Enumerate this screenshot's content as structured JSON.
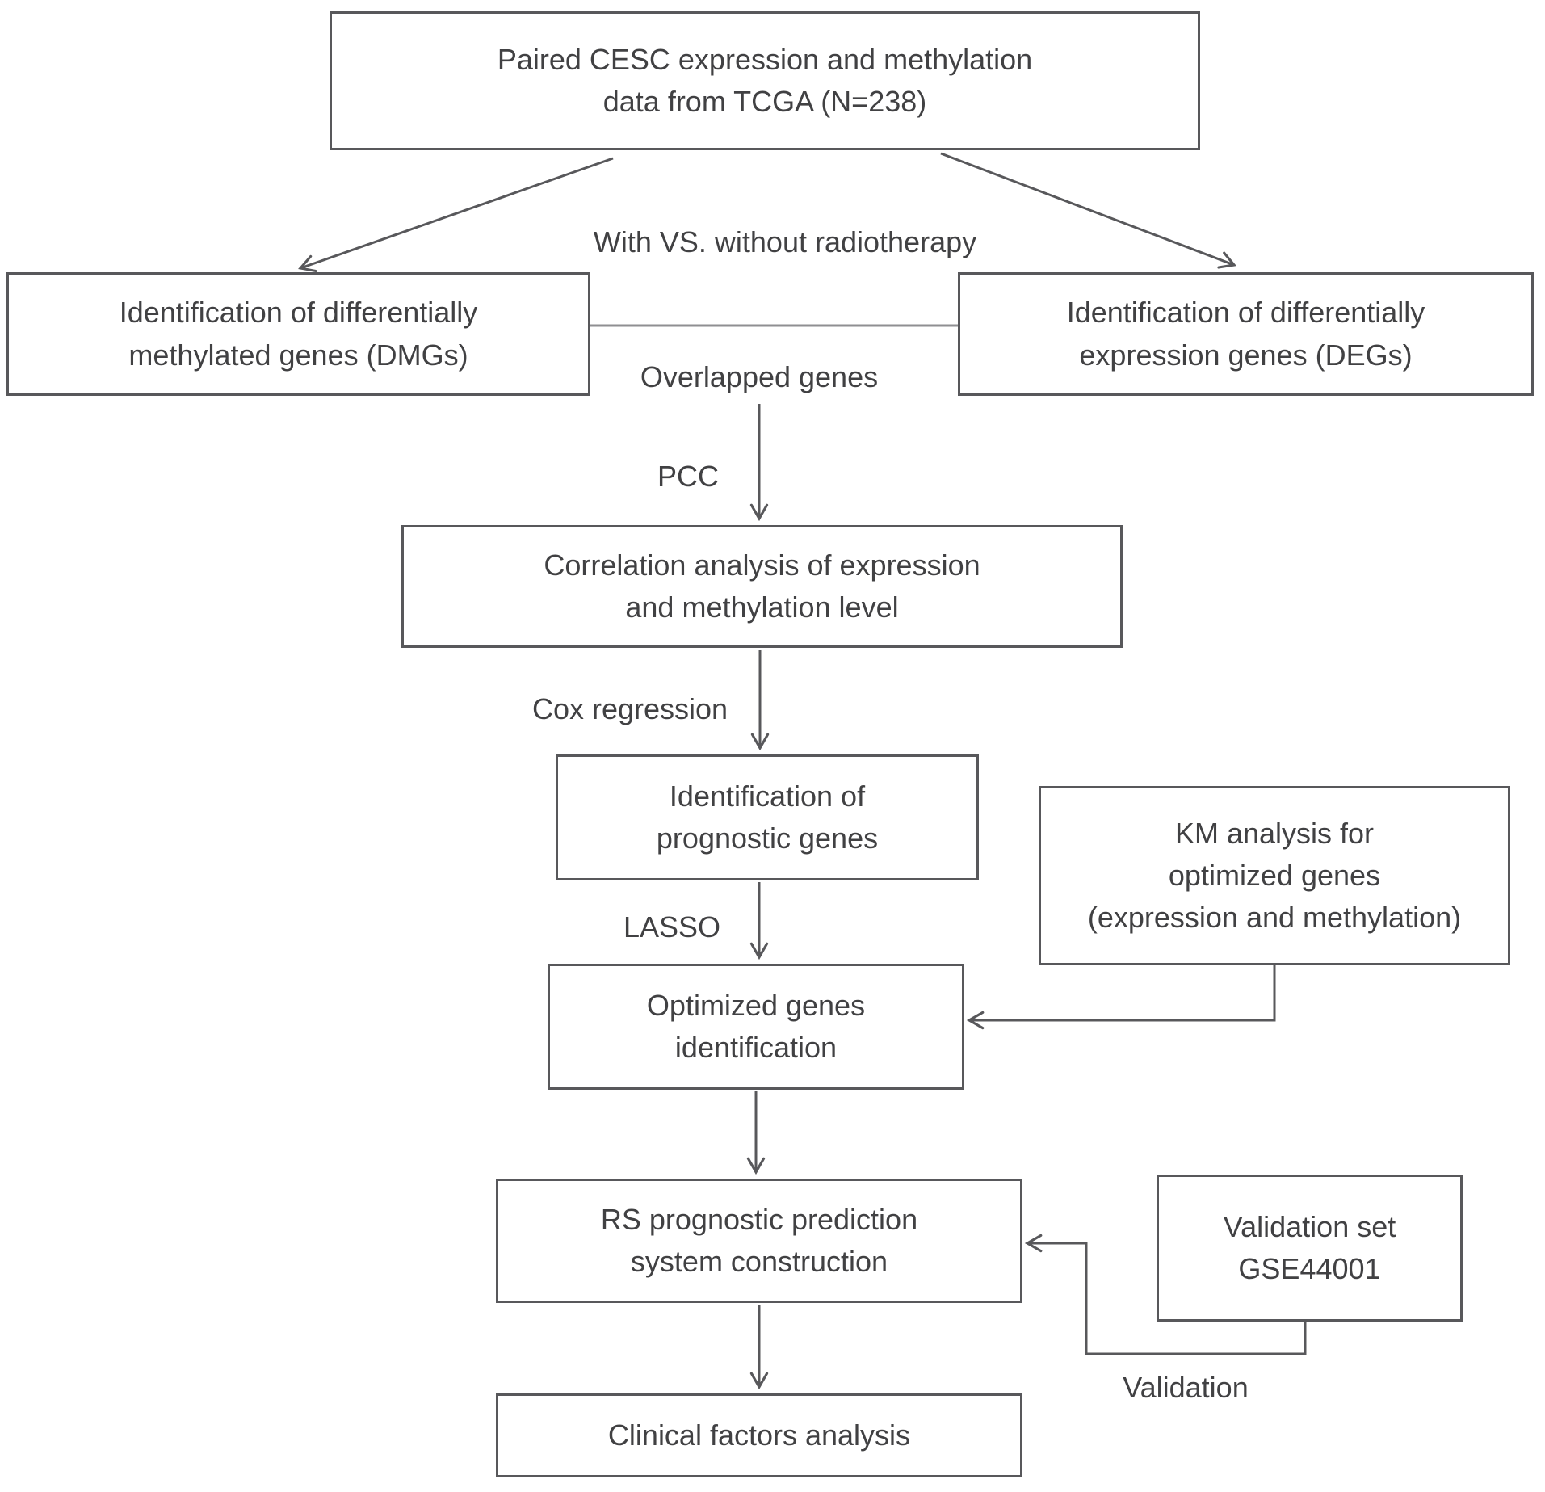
{
  "figure": {
    "type": "flowchart",
    "description": "Study workflow flowchart for CESC expression and methylation prognostic analysis"
  },
  "colors": {
    "box_border": "#58585b",
    "box_fill": "#ffffff",
    "text": "#414143",
    "arrow": "#58585b",
    "thin_line": "#8f8f92",
    "background": "#ffffff"
  },
  "nodes": {
    "tcga": {
      "label": "Paired CESC expression and methylation\ndata from TCGA (N=238)"
    },
    "dmg": {
      "label": "Identification of differentially\nmethylated genes (DMGs)"
    },
    "deg": {
      "label": "Identification of differentially\nexpression genes (DEGs)"
    },
    "corr": {
      "label": "Correlation analysis of expression\nand methylation level"
    },
    "prog": {
      "label": "Identification of\nprognostic genes"
    },
    "km": {
      "label": "KM analysis for\noptimized genes\n(expression and methylation)"
    },
    "opt": {
      "label": "Optimized genes\nidentification"
    },
    "rs": {
      "label": "RS prognostic prediction\nsystem construction"
    },
    "val": {
      "label": "Validation set\nGSE44001"
    },
    "clin": {
      "label": "Clinical factors analysis"
    }
  },
  "edge_labels": {
    "radiotherapy": "With VS. without radiotherapy",
    "overlapped": "Overlapped genes",
    "pcc": "PCC",
    "cox": "Cox regression",
    "lasso": "LASSO",
    "validation": "Validation"
  },
  "edges": [
    {
      "from": "tcga",
      "to": "dmg",
      "type": "arrow"
    },
    {
      "from": "tcga",
      "to": "deg",
      "type": "arrow"
    },
    {
      "from": "dmg",
      "to": "deg",
      "type": "plain-line",
      "label": "With VS. without radiotherapy"
    },
    {
      "from": "dmg+deg",
      "to": "corr",
      "type": "arrow",
      "labels": [
        "Overlapped genes",
        "PCC"
      ]
    },
    {
      "from": "corr",
      "to": "prog",
      "type": "arrow",
      "label": "Cox regression"
    },
    {
      "from": "prog",
      "to": "opt",
      "type": "arrow",
      "label": "LASSO"
    },
    {
      "from": "km",
      "to": "opt",
      "type": "elbow-arrow"
    },
    {
      "from": "opt",
      "to": "rs",
      "type": "arrow"
    },
    {
      "from": "val",
      "to": "rs",
      "type": "elbow-arrow",
      "label": "Validation"
    },
    {
      "from": "rs",
      "to": "clin",
      "type": "arrow"
    }
  ]
}
